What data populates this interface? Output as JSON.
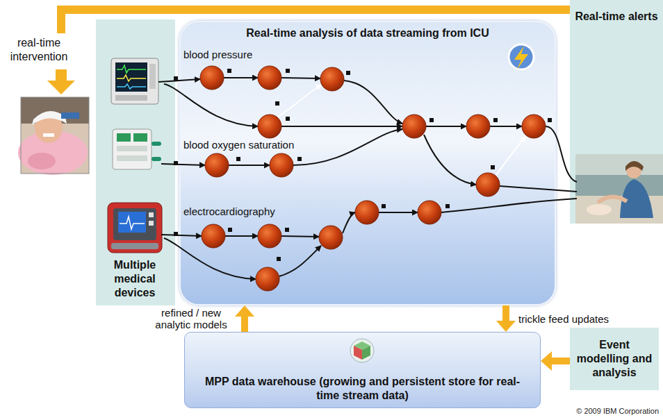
{
  "diagram": {
    "nodes": [
      {
        "text": [
          "Multiple medical devices"
        ]
      },
      {
        "text": [
          "Real-time analysis of data streaming from ICU",
          "blood pressure",
          "blood oxygen saturation",
          "electrocardiography"
        ]
      },
      {
        "text": [
          "Real-time alerts"
        ]
      },
      {
        "text": [
          "MPP data warehouse (growing and persistent store for real-time stream data)"
        ]
      },
      {
        "text": [
          "Event modelling and analysis"
        ]
      }
    ],
    "edges": [
      {
        "from": 3,
        "to": 1,
        "arrow": "to",
        "label": "refined / new analytic models"
      },
      {
        "from": 1,
        "to": 3,
        "arrow": "to",
        "label": "trickle feed updates"
      },
      {
        "from": 4,
        "to": 3,
        "arrow": "to"
      }
    ],
    "labels": [
      "real-time intervention",
      "© 2009 IBM Corporation"
    ]
  }
}
